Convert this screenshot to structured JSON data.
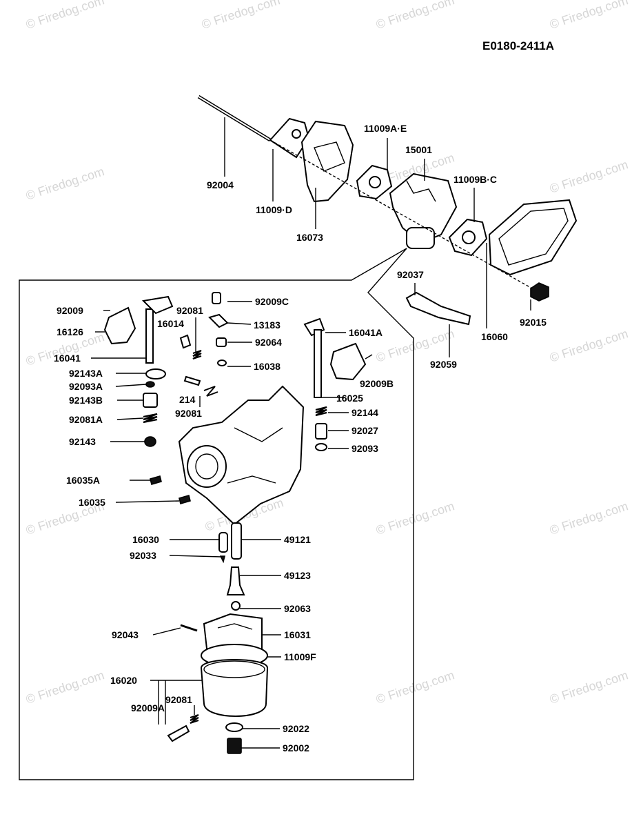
{
  "diagram": {
    "code": "E0180-2411A",
    "watermark": "© Firedog.com",
    "labels": {
      "l_92004": "92004",
      "l_11009D": "11009·D",
      "l_16073": "16073",
      "l_11009AE": "11009A·E",
      "l_15001": "15001",
      "l_11009BC": "11009B·C",
      "l_92037": "92037",
      "l_92015": "92015",
      "l_16060": "16060",
      "l_92059": "92059",
      "l_92009": "92009",
      "l_16126": "16126",
      "l_16041": "16041",
      "l_92143A": "92143A",
      "l_92093A": "92093A",
      "l_92143B": "92143B",
      "l_92081A": "92081A",
      "l_92143": "92143",
      "l_16035A": "16035A",
      "l_16035": "16035",
      "l_92081_top": "92081",
      "l_16014": "16014",
      "l_92009C": "92009C",
      "l_13183": "13183",
      "l_92064": "92064",
      "l_16038": "16038",
      "l_214": "214",
      "l_92081_mid": "92081",
      "l_16041A": "16041A",
      "l_92009B": "92009B",
      "l_16025": "16025",
      "l_92144": "92144",
      "l_92027": "92027",
      "l_92093": "92093",
      "l_16030": "16030",
      "l_49121": "49121",
      "l_92033": "92033",
      "l_49123": "49123",
      "l_92063": "92063",
      "l_92043": "92043",
      "l_16031": "16031",
      "l_11009F": "11009F",
      "l_16020": "16020",
      "l_92081_bot": "92081",
      "l_92009A": "92009A",
      "l_92022": "92022",
      "l_92002": "92002"
    }
  }
}
